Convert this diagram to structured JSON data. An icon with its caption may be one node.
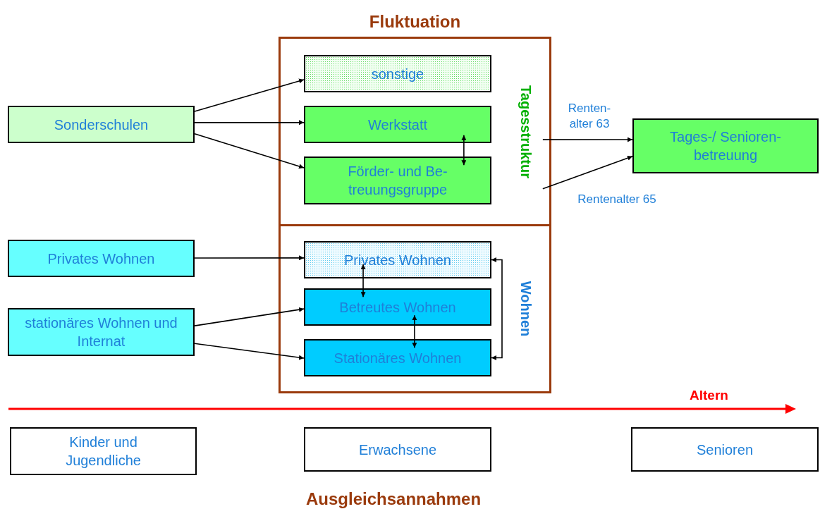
{
  "diagram": {
    "nodes": [
      {
        "text": [
          "Fluktuation"
        ]
      },
      {
        "text": [
          "Tagesstruktur"
        ],
        "in": 0
      },
      {
        "text": [
          "sonstige"
        ],
        "in": 1
      },
      {
        "text": [
          "Werkstatt"
        ],
        "in": 1
      },
      {
        "text": [
          "Förder- und Be- treuungsgruppe"
        ],
        "in": 1
      },
      {
        "text": [
          "Wohnen"
        ],
        "in": 0
      },
      {
        "text": [
          "Privates Wohnen"
        ],
        "in": 5
      },
      {
        "text": [
          "Betreutes Wohnen"
        ],
        "in": 5
      },
      {
        "text": [
          "Stationäres Wohnen"
        ],
        "in": 5
      },
      {
        "text": [
          "Sonderschulen"
        ]
      },
      {
        "text": [
          "Privates Wohnen"
        ]
      },
      {
        "text": [
          "stationäres Wohnen und Internat"
        ]
      },
      {
        "text": [
          "Tages-/ Senioren- betreuung"
        ]
      },
      {
        "text": [
          "Kinder und Jugendliche"
        ]
      },
      {
        "text": [
          "Erwachsene"
        ]
      },
      {
        "text": [
          "Senioren"
        ]
      }
    ],
    "edges": [
      {
        "from": 9,
        "to": 2,
        "arrow": "to"
      },
      {
        "from": 9,
        "to": 3,
        "arrow": "to"
      },
      {
        "from": 9,
        "to": 4,
        "arrow": "to"
      },
      {
        "from": 3,
        "to": 4,
        "arrow": "both"
      },
      {
        "from": 10,
        "to": 6,
        "arrow": "to"
      },
      {
        "from": 11,
        "to": 7,
        "arrow": "to"
      },
      {
        "from": 11,
        "to": 8,
        "arrow": "to"
      },
      {
        "from": 6,
        "to": 7,
        "arrow": "both"
      },
      {
        "from": 7,
        "to": 8,
        "arrow": "both"
      },
      {
        "from": 6,
        "to": 8,
        "arrow": "both"
      },
      {
        "from": 1,
        "to": 12,
        "arrow": "to",
        "label": "Renten- alter 63"
      },
      {
        "from": 1,
        "to": 12,
        "arrow": "to",
        "label": "Rentenalter 65"
      }
    ],
    "labels": [
      "Altern",
      "Ausgleichsannahmen"
    ]
  }
}
